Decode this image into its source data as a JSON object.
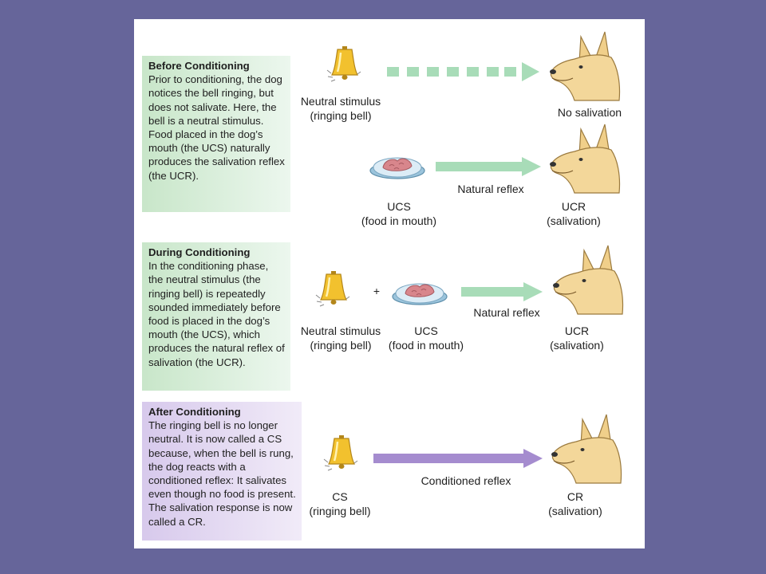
{
  "sections": {
    "before": {
      "title": "Before Conditioning",
      "body": "Prior to conditioning, the dog notices the bell ringing, but does not salivate. Here, the bell is a neutral stimulus. Food placed in the dog’s mouth (the UCS) naturally produces the salivation reflex (the UCR)."
    },
    "during": {
      "title": "During Conditioning",
      "body": "In the conditioning phase, the neutral stimulus (the ringing bell) is repeatedly sounded immediately before food is placed in the dog’s mouth (the UCS), which produces the natural reflex of salivation (the UCR)."
    },
    "after": {
      "title": "After Conditioning",
      "body": "The ringing bell is no longer neutral. It is now called a CS because, when the bell is rung, the dog reacts with a conditioned reflex: It salivates even though no food is present. The salivation response is now called a CR."
    }
  },
  "row1": {
    "stimulus_line1": "Neutral stimulus",
    "stimulus_line2": "(ringing bell)",
    "outcome": "No salivation"
  },
  "row2": {
    "stimulus_line1": "UCS",
    "stimulus_line2": "(food in mouth)",
    "arrow_label": "Natural reflex",
    "outcome_line1": "UCR",
    "outcome_line2": "(salivation)"
  },
  "row3": {
    "stimulus_line1": "Neutral stimulus",
    "stimulus_line2": "(ringing bell)",
    "plus": "+",
    "ucs_line1": "UCS",
    "ucs_line2": "(food in mouth)",
    "arrow_label": "Natural reflex",
    "outcome_line1": "UCR",
    "outcome_line2": "(salivation)"
  },
  "row4": {
    "stimulus_line1": "CS",
    "stimulus_line2": "(ringing bell)",
    "arrow_label": "Conditioned reflex",
    "outcome_line1": "CR",
    "outcome_line2": "(salivation)"
  },
  "colors": {
    "background": "#66659a",
    "green_arrow": "#a8dcb8",
    "purple_arrow": "#a58ccf",
    "bell": "#f2c12e",
    "dog": "#f3d79a"
  }
}
